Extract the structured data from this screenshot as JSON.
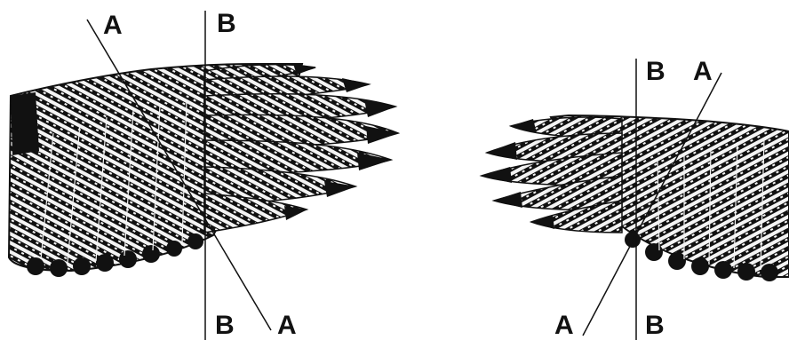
{
  "labels": {
    "left_top_A": "A",
    "left_top_B": "B",
    "left_bottom_B": "B",
    "left_bottom_A": "A",
    "right_top_B": "B",
    "right_top_A": "A",
    "right_bottom_A": "A",
    "right_bottom_B": "B"
  },
  "colors": {
    "ink": "#111111",
    "paper": "#ffffff",
    "feather_light": "#f4f4f4"
  }
}
